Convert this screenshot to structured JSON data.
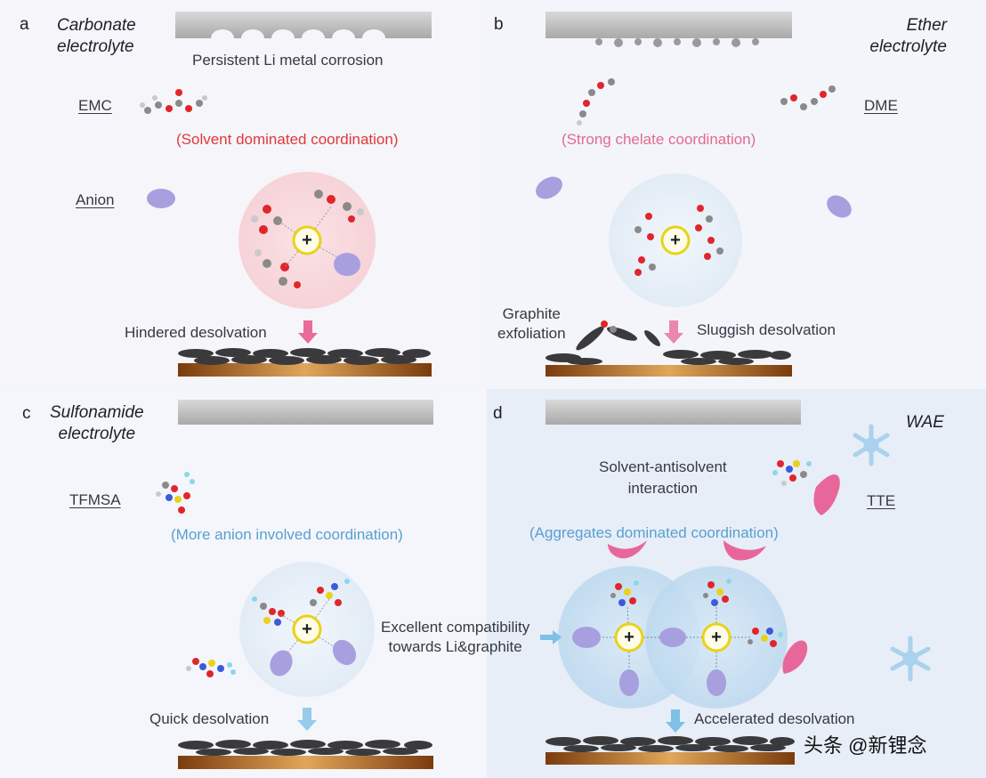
{
  "panel_a": {
    "letter": "a",
    "title_line1": "Carbonate",
    "title_line2": "electrolyte",
    "corrosion": "Persistent Li metal corrosion",
    "solvent": "EMC",
    "coordination": "(Solvent dominated coordination)",
    "anion": "Anion",
    "desolvation": "Hindered desolvation"
  },
  "panel_b": {
    "letter": "b",
    "title_line1": "Ether",
    "title_line2": "electrolyte",
    "solvent": "DME",
    "coordination": "(Strong chelate coordination)",
    "exfoliation_line1": "Graphite",
    "exfoliation_line2": "exfoliation",
    "desolvation": "Sluggish desolvation"
  },
  "panel_c": {
    "letter": "c",
    "title_line1": "Sulfonamide",
    "title_line2": "electrolyte",
    "solvent": "TFMSA",
    "coordination": "(More anion involved coordination)",
    "desolvation": "Quick desolvation"
  },
  "panel_d": {
    "letter": "d",
    "title": "WAE",
    "interaction_line1": "Solvent-antisolvent",
    "interaction_line2": "interaction",
    "antisolvent": "TTE",
    "coordination": "(Aggregates dominated coordination)",
    "compat_line1": "Excellent compatibility",
    "compat_line2": "towards Li&graphite",
    "desolvation": "Accelerated desolvation"
  },
  "cation_symbol": "+",
  "watermark": "头条 @新锂念",
  "colors": {
    "oxygen": "#e0262b",
    "carbon": "#8a8a8a",
    "hydrogen": "#c9c9c9",
    "anion": "#a89fdf",
    "tte": "#e8679a",
    "lithium_ring": "#e9d21a",
    "arrow_pink": "#ea6a98",
    "arrow_blue": "#7ec0e6",
    "coord_red": "#e0393a",
    "coord_pink": "#e36a8f",
    "coord_blue": "#5a9fd0"
  }
}
